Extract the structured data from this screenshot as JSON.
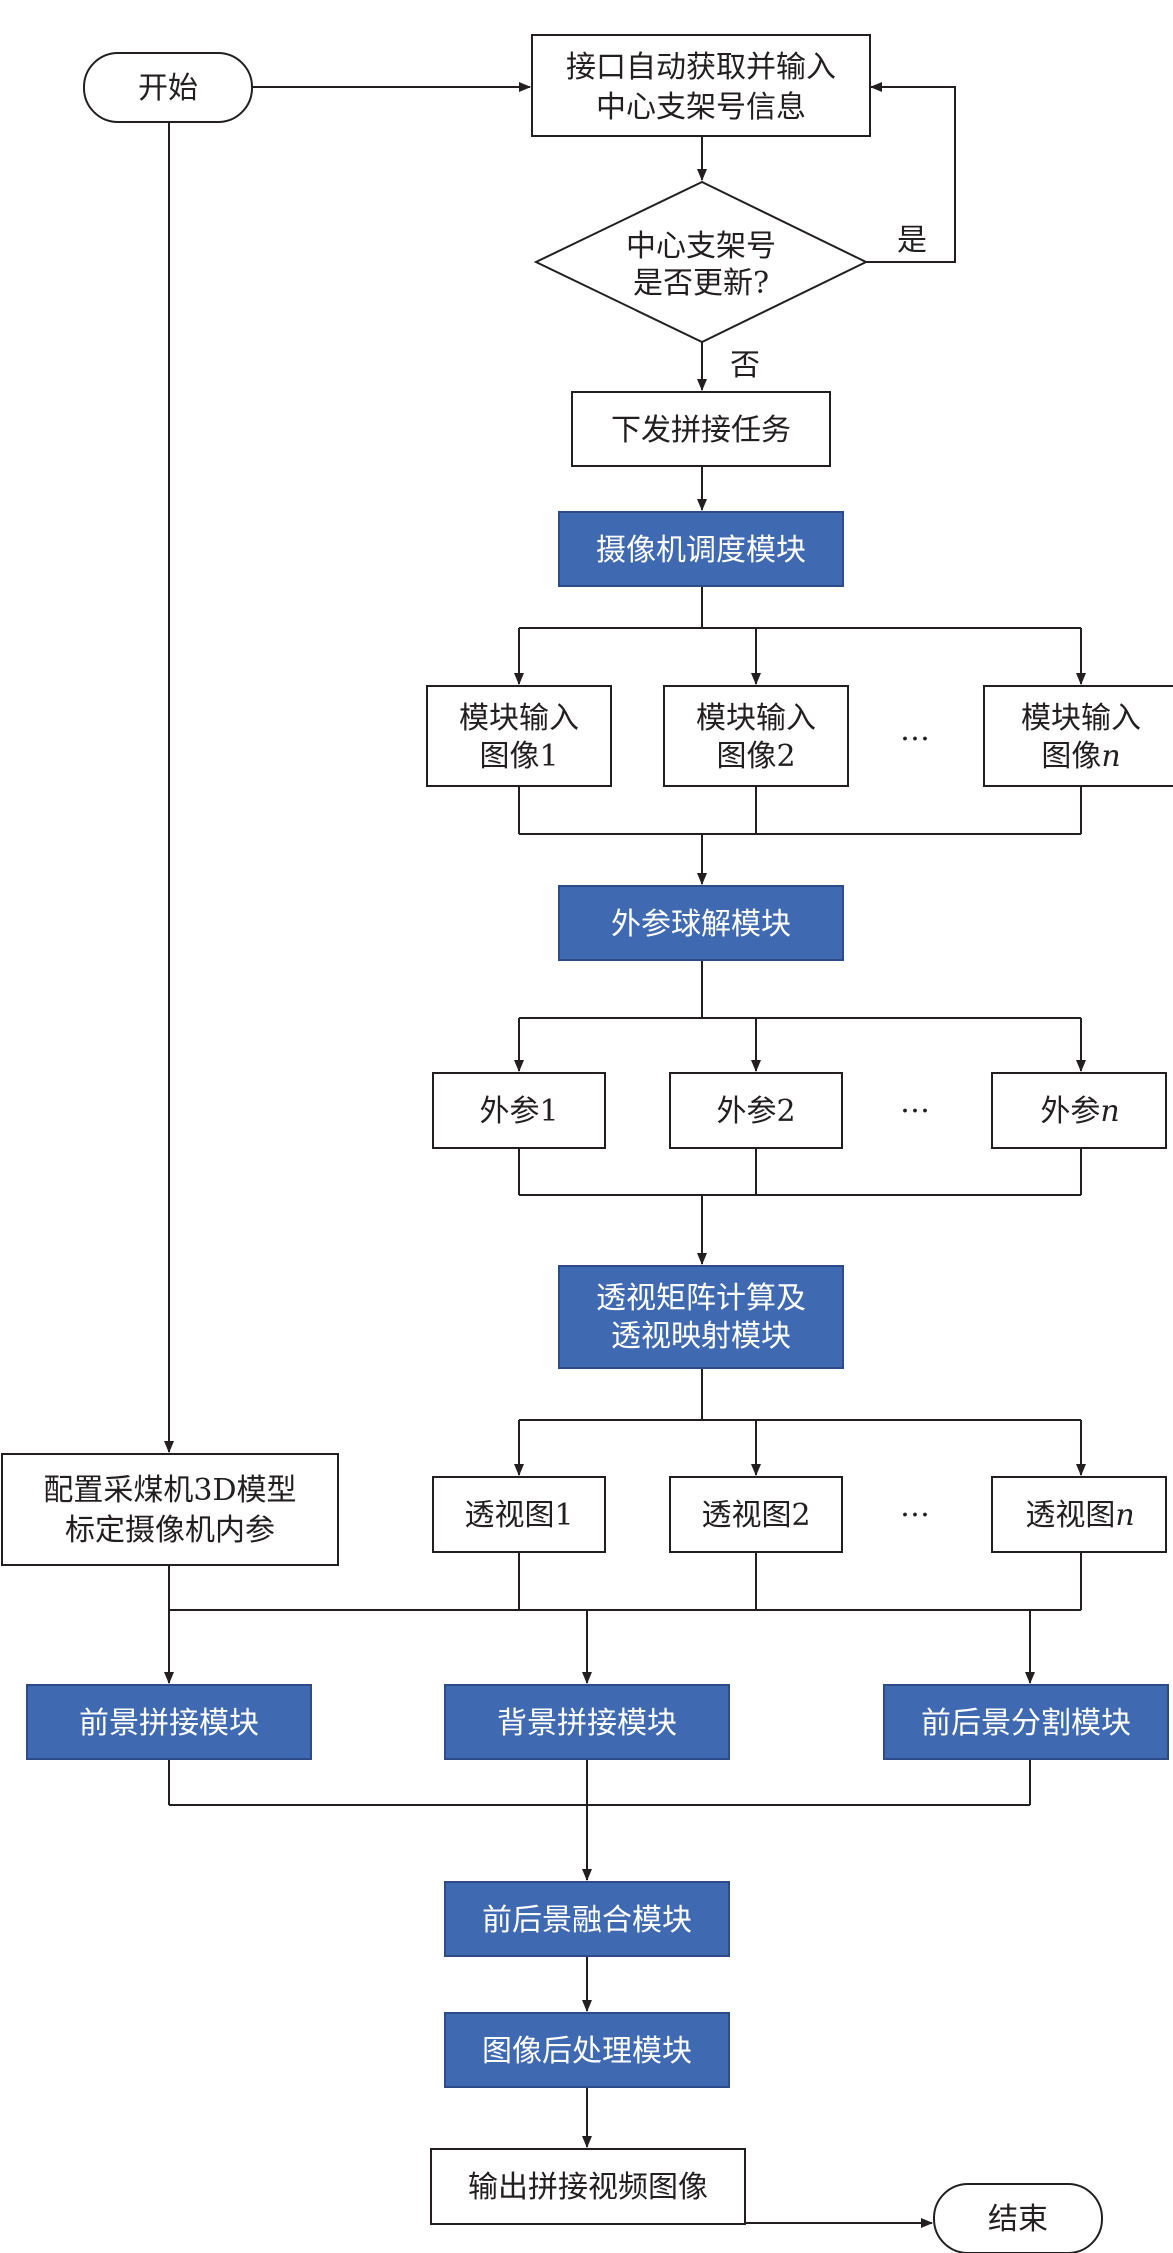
{
  "nodes": {
    "start": "开始",
    "fetch_line1": "接口自动获取并输入",
    "fetch_line2": "中心支架号信息",
    "decision_line1": "中心支架号",
    "decision_line2": "是否更新?",
    "yes_label": "是",
    "no_label": "否",
    "dispatch": "下发拼接任务",
    "camera_schedule": "摄像机调度模块",
    "input_prefix_line1": "模块输入",
    "input_prefix_line2": "图像",
    "input_1": "1",
    "input_2": "2",
    "input_n": "n",
    "extrinsic_solve": "外参球解模块",
    "extrinsic_prefix": "外参",
    "extrinsic_1": "1",
    "extrinsic_2": "2",
    "extrinsic_n": "n",
    "perspective_line1": "透视矩阵计算及",
    "perspective_line2": "透视映射模块",
    "view_prefix": "透视图",
    "view_1": "1",
    "view_2": "2",
    "view_n": "n",
    "config_line1": "配置采煤机3D模型",
    "config_line2": "标定摄像机内参",
    "fg_stitch": "前景拼接模块",
    "bg_stitch": "背景拼接模块",
    "fg_bg_segment": "前后景分割模块",
    "fg_bg_fusion": "前后景融合模块",
    "post_process": "图像后处理模块",
    "output": "输出拼接视频图像",
    "end": "结束",
    "ellipsis": "…"
  },
  "colors": {
    "module_fill": "#3f69b1",
    "module_text": "#ffffff",
    "stroke": "#231f20"
  }
}
